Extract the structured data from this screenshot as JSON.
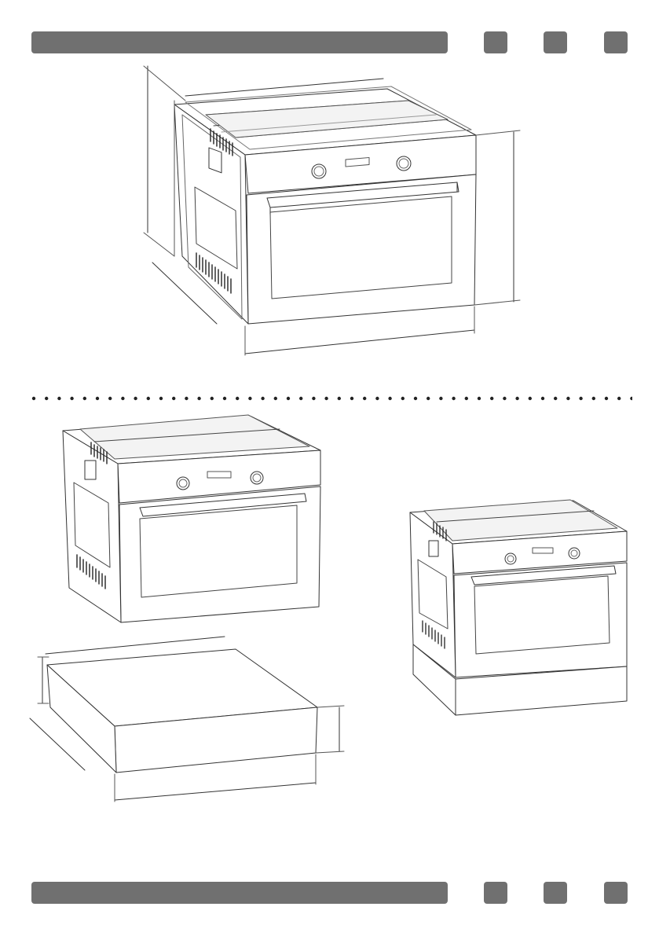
{
  "header": {
    "bar_color": "#707070",
    "squares": 3
  },
  "footer": {
    "bar_color": "#707070",
    "squares": 3
  },
  "figures": {
    "top": "built-in-oven-dimension-diagram",
    "bottom_left_upper": "oven-unit",
    "bottom_left_lower": "warming-drawer-dimension-diagram",
    "bottom_right": "oven-with-drawer-assembled"
  },
  "separator": {
    "style": "dotted",
    "color": "#222222"
  }
}
